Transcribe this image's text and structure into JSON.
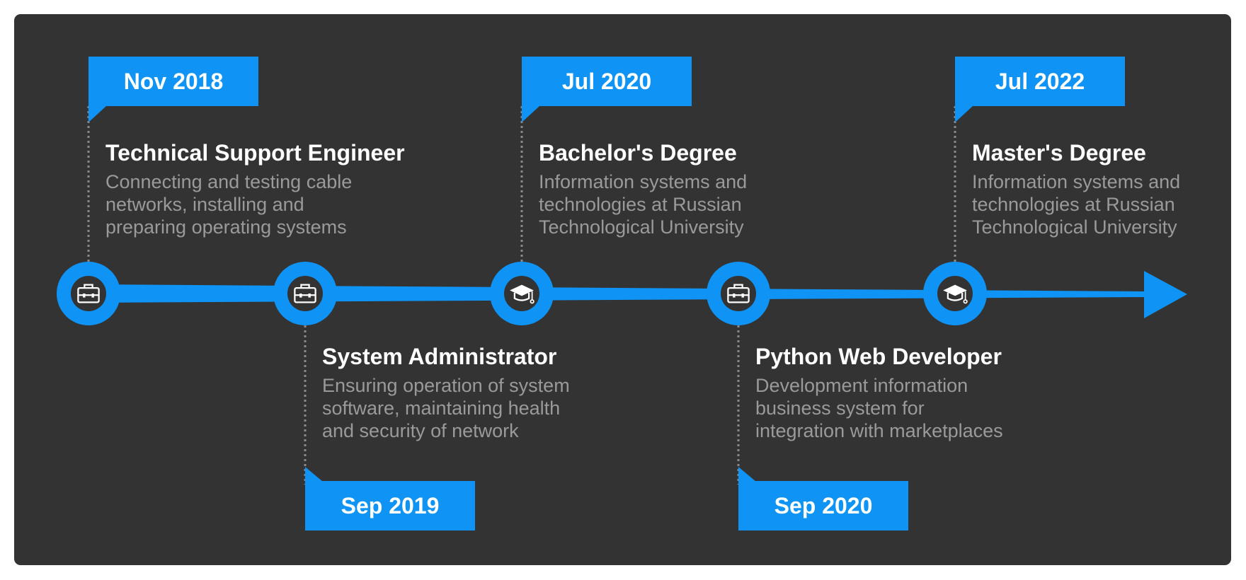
{
  "colors": {
    "background": "#333333",
    "accent": "#0f93f4",
    "title": "#ffffff",
    "description": "#9a9a9a",
    "connector": "#8a8a8a"
  },
  "timeline": {
    "milestones": [
      {
        "date": "Nov 2018",
        "position": "above",
        "icon": "briefcase-icon",
        "title": "Technical Support Engineer",
        "description": [
          "Connecting and testing cable",
          "networks, installing and",
          "preparing operating systems"
        ]
      },
      {
        "date": "Sep 2019",
        "position": "below",
        "icon": "briefcase-icon",
        "title": "System Administrator",
        "description": [
          "Ensuring operation of system",
          "software, maintaining health",
          "and security of network"
        ]
      },
      {
        "date": "Jul 2020",
        "position": "above",
        "icon": "graduation-cap-icon",
        "title": "Bachelor's Degree",
        "description": [
          "Information systems and",
          "technologies at Russian",
          "Technological University"
        ]
      },
      {
        "date": "Sep 2020",
        "position": "below",
        "icon": "briefcase-icon",
        "title": "Python Web Developer",
        "description": [
          "Development information",
          "business system for",
          "integration with marketplaces"
        ]
      },
      {
        "date": "Jul 2022",
        "position": "above",
        "icon": "graduation-cap-icon",
        "title": "Master's Degree",
        "description": [
          "Information systems and",
          "technologies at Russian",
          "Technological University"
        ]
      }
    ]
  }
}
